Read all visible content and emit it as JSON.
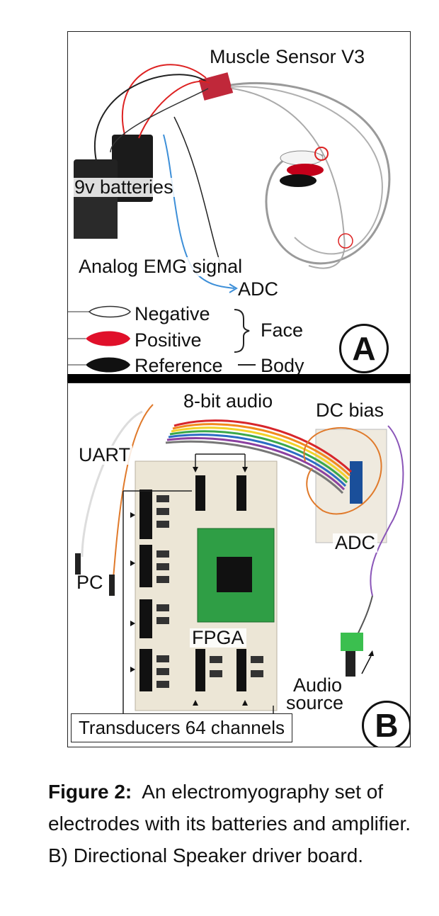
{
  "panel_a": {
    "labels": {
      "sensor": "Muscle Sensor V3",
      "batteries": "9v batteries",
      "signal": "Analog EMG signal",
      "adc": "ADC",
      "negative": "Negative",
      "positive": "Positive",
      "reference": "Reference",
      "face": "Face",
      "body": "Body"
    },
    "letter": "A"
  },
  "panel_b": {
    "labels": {
      "audio": "8-bit audio",
      "dc_bias": "DC bias",
      "uart": "UART",
      "adc": "ADC",
      "pc": "PC",
      "fpga": "FPGA",
      "audio_source_1": "Audio",
      "audio_source_2": "source",
      "transducers": "Transducers 64 channels"
    },
    "letter": "B"
  },
  "caption": {
    "label": "Figure 2:",
    "text": "An electromyography set of electrodes with its batteries and amplifier. B) Directional Speaker driver board."
  }
}
